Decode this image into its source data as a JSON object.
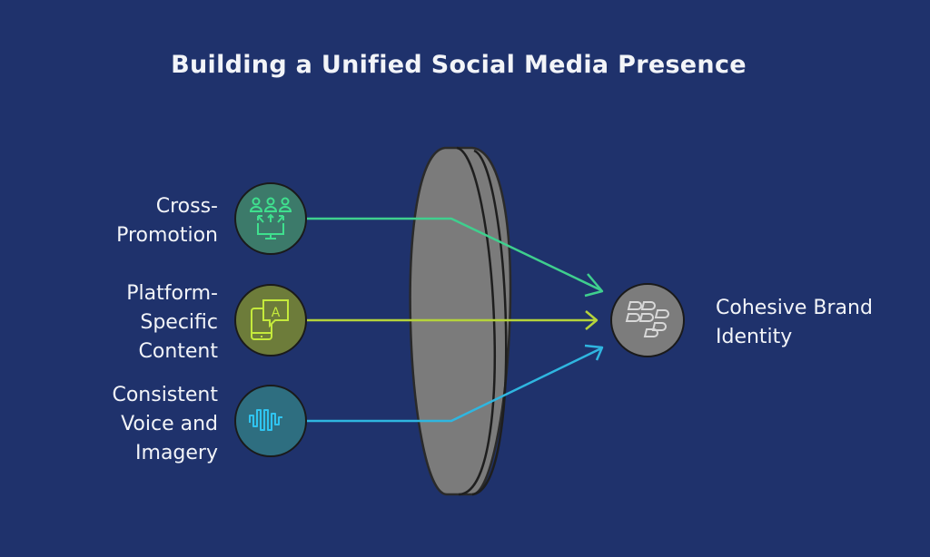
{
  "title": "Building a Unified Social Media Presence",
  "colors": {
    "background": "#1f326c",
    "lens": "#7d7d7d",
    "cross_promotion": "#3fcf8e",
    "platform_specific": "#b5d33b",
    "consistent_voice": "#2fb6e0",
    "target_circle": "#7c7c7c"
  },
  "inputs": [
    {
      "label": "Cross-\nPromotion",
      "lines": [
        "Cross-",
        "Promotion"
      ],
      "icon": "audience-broadcast-icon",
      "color": "#3fcf8e"
    },
    {
      "label": "Platform-Specific Content",
      "lines": [
        "Platform-",
        "Specific",
        "Content"
      ],
      "icon": "mobile-chat-icon",
      "color": "#b5d33b"
    },
    {
      "label": "Consistent Voice and Imagery",
      "lines": [
        "Consistent",
        "Voice and",
        "Imagery"
      ],
      "icon": "waveform-icon",
      "color": "#2fb6e0"
    }
  ],
  "focus_element": {
    "label": "lens",
    "icon": "lens-icon"
  },
  "output": {
    "label": "Cohesive Brand Identity",
    "lines": [
      "Cohesive Brand",
      "Identity"
    ],
    "icon": "brand-logo-icon"
  }
}
